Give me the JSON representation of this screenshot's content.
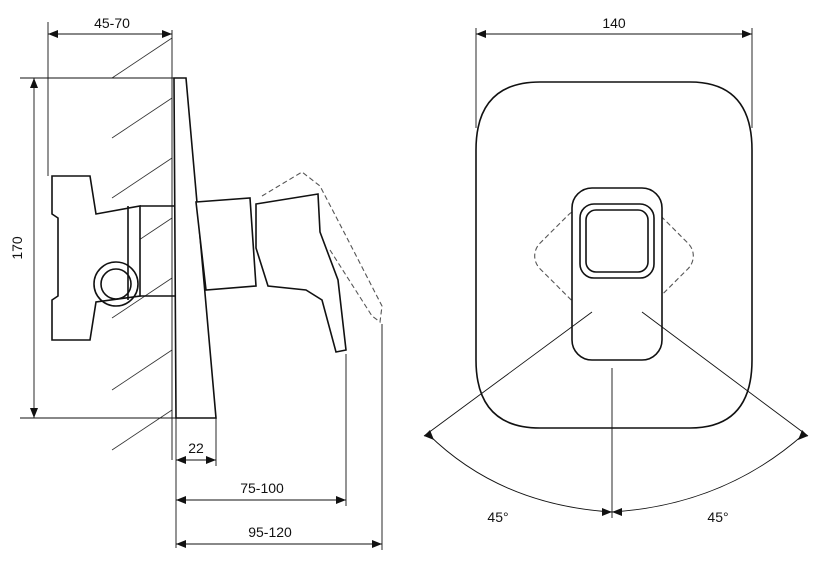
{
  "dimensions": {
    "wall_depth": "45-70",
    "height": "170",
    "plate_thickness": "22",
    "lever_reach_short": "75-100",
    "lever_reach_long": "95-120",
    "width": "140",
    "rotation_left": "45°",
    "rotation_right": "45°"
  }
}
